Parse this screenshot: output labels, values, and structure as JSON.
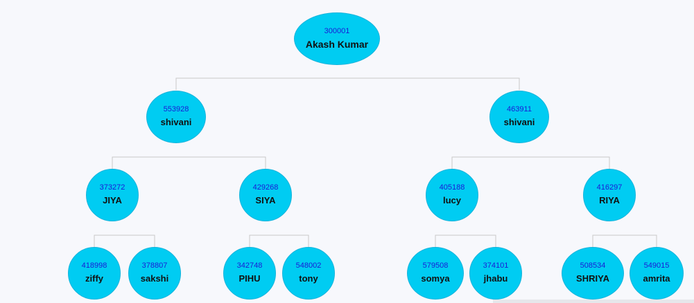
{
  "tree": {
    "root": {
      "id": "300001",
      "name": "Akash Kumar"
    },
    "level1": [
      {
        "id": "553928",
        "name": "shivani"
      },
      {
        "id": "463911",
        "name": "shivani"
      }
    ],
    "level2": [
      {
        "id": "373272",
        "name": "JIYA"
      },
      {
        "id": "429268",
        "name": "SIYA"
      },
      {
        "id": "405188",
        "name": "lucy"
      },
      {
        "id": "416297",
        "name": "RIYA"
      }
    ],
    "level3": [
      {
        "id": "418998",
        "name": "ziffy"
      },
      {
        "id": "378807",
        "name": "sakshi"
      },
      {
        "id": "342748",
        "name": "PIHU"
      },
      {
        "id": "548002",
        "name": "tony"
      },
      {
        "id": "579508",
        "name": "somya"
      },
      {
        "id": "374101",
        "name": "jhabu"
      },
      {
        "id": "508534",
        "name": "SHRIYA"
      },
      {
        "id": "549015",
        "name": "amrita"
      }
    ]
  },
  "colors": {
    "node_fill": "#00ccf2",
    "id_text": "#1a1ad6",
    "name_text": "#111111",
    "connector": "#c8c8c8",
    "background": "#f7f8fc"
  }
}
